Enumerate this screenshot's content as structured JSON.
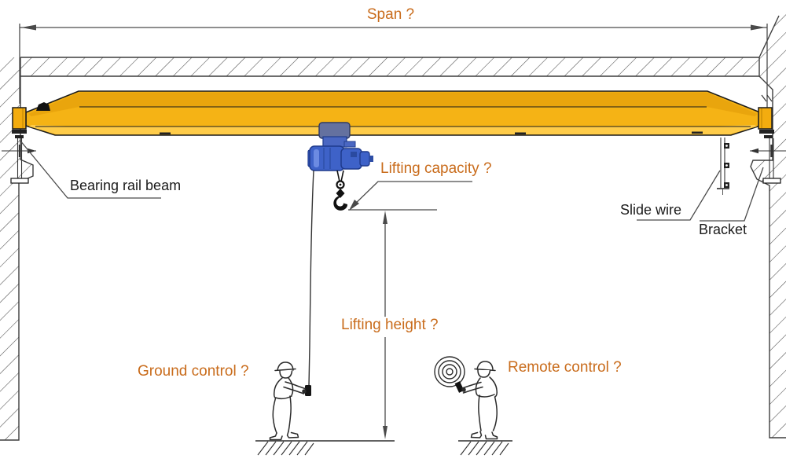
{
  "diagram": {
    "type": "single-girder-overhead-crane-specification-diagram",
    "labels": {
      "span": "Span ?",
      "bearing_rail_beam": "Bearing rail beam",
      "lifting_capacity": "Lifting capacity ?",
      "slide_wire": "Slide wire",
      "bracket": "Bracket",
      "lifting_height": "Lifting height ?",
      "ground_control": "Ground control ?",
      "remote_control": "Remote control ?"
    },
    "parts": [
      "ceiling-runway",
      "wall-column-left",
      "wall-column-right",
      "bridge-girder",
      "end-carriage-left",
      "end-carriage-right",
      "electric-hoist-trolley",
      "hook-block",
      "pendant-cable",
      "pendant-controller",
      "slide-wire-rail",
      "support-bracket",
      "operator-ground-control",
      "operator-remote-control",
      "span-dimension",
      "lifting-height-dimension"
    ],
    "colors": {
      "accent_orange": "#C96C1C",
      "label_black": "#1B1B1B",
      "girder_yellow": "#F5B315",
      "girder_top_face": "#E9A50D",
      "girder_flange": "#FFCC49",
      "hoist_blue": "#3E62C8",
      "trolley_slate": "#64719F",
      "line_gray": "#4A4A4A"
    }
  }
}
